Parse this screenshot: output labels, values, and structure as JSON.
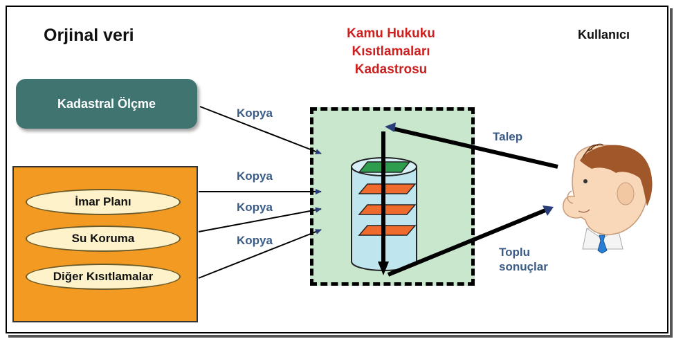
{
  "headings": {
    "left": "Orjinal veri",
    "center_lines": [
      "Kamu Hukuku",
      "Kısıtlamaları",
      "Kadastrosu"
    ],
    "right": "Kullanıcı"
  },
  "source_box": {
    "label": "Kadastral Ölçme"
  },
  "restrictions": {
    "items": [
      "İmar Planı",
      "Su Koruma",
      "Diğer Kısıtlamalar"
    ]
  },
  "flows": {
    "kopya_labels": [
      "Kopya",
      "Kopya",
      "Kopya",
      "Kopya"
    ],
    "request_label": "Talep",
    "results_label_lines": [
      "Toplu",
      "sonuçlar"
    ]
  },
  "colors": {
    "source_box": "#3f7470",
    "orange_panel": "#f29a22",
    "ellipse_fill": "#fdf2c9",
    "database_area": "#c9e7cd",
    "center_heading": "#cc1f1f",
    "flow_labels": "#3a5b85",
    "layer_top": "#2e9d4e",
    "layer": "#ef6a2d",
    "cylinder": "#bfe5ee"
  }
}
